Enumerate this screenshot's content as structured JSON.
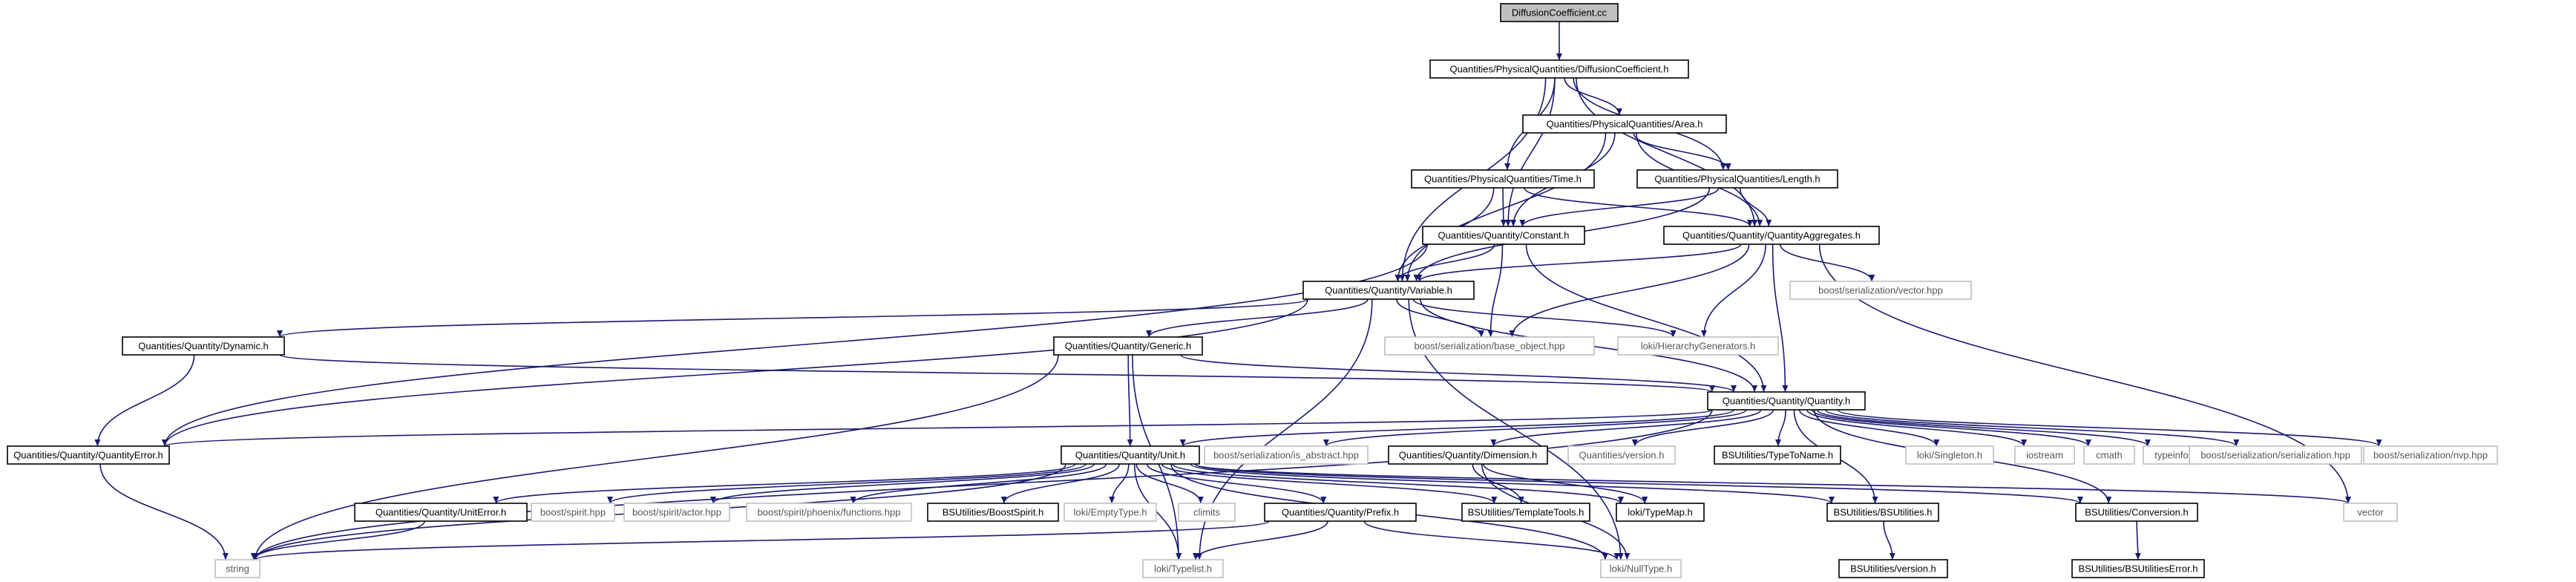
{
  "graph": {
    "nodes": [
      {
        "id": "diffusion_cc",
        "label": "DiffusionCoefficient.cc",
        "style": "root"
      },
      {
        "id": "diffusion_h",
        "label": "Quantities/PhysicalQuantities/DiffusionCoefficient.h",
        "style": "normal"
      },
      {
        "id": "area_h",
        "label": "Quantities/PhysicalQuantities/Area.h",
        "style": "normal"
      },
      {
        "id": "time_h",
        "label": "Quantities/PhysicalQuantities/Time.h",
        "style": "normal"
      },
      {
        "id": "length_h",
        "label": "Quantities/PhysicalQuantities/Length.h",
        "style": "normal"
      },
      {
        "id": "constant_h",
        "label": "Quantities/Quantity/Constant.h",
        "style": "normal"
      },
      {
        "id": "aggregates_h",
        "label": "Quantities/Quantity/QuantityAggregates.h",
        "style": "normal"
      },
      {
        "id": "ser_vector",
        "label": "boost/serialization/vector.hpp",
        "style": "grey"
      },
      {
        "id": "variable_h",
        "label": "Quantities/Quantity/Variable.h",
        "style": "normal"
      },
      {
        "id": "ser_base_object",
        "label": "boost/serialization/base_object.hpp",
        "style": "grey"
      },
      {
        "id": "loki_hier",
        "label": "loki/HierarchyGenerators.h",
        "style": "grey"
      },
      {
        "id": "dynamic_h",
        "label": "Quantities/Quantity/Dynamic.h",
        "style": "normal"
      },
      {
        "id": "generic_h",
        "label": "Quantities/Quantity/Generic.h",
        "style": "normal"
      },
      {
        "id": "quantity_h",
        "label": "Quantities/Quantity/Quantity.h",
        "style": "normal"
      },
      {
        "id": "quantityerror_h",
        "label": "Quantities/Quantity/QuantityError.h",
        "style": "normal"
      },
      {
        "id": "unit_h",
        "label": "Quantities/Quantity/Unit.h",
        "style": "normal"
      },
      {
        "id": "ser_is_abstract",
        "label": "boost/serialization/is_abstract.hpp",
        "style": "grey"
      },
      {
        "id": "dimension_h",
        "label": "Quantities/Quantity/Dimension.h",
        "style": "normal"
      },
      {
        "id": "qversion_h",
        "label": "Quantities/version.h",
        "style": "grey"
      },
      {
        "id": "typetoname_h",
        "label": "BSUtilities/TypeToName.h",
        "style": "normal"
      },
      {
        "id": "loki_singleton",
        "label": "loki/Singleton.h",
        "style": "grey"
      },
      {
        "id": "iostream",
        "label": "iostream",
        "style": "grey"
      },
      {
        "id": "cmath",
        "label": "cmath",
        "style": "grey"
      },
      {
        "id": "typeinfo",
        "label": "typeinfo",
        "style": "grey"
      },
      {
        "id": "ser_serialization",
        "label": "boost/serialization/serialization.hpp",
        "style": "grey"
      },
      {
        "id": "ser_nvp",
        "label": "boost/serialization/nvp.hpp",
        "style": "grey"
      },
      {
        "id": "uniterror_h",
        "label": "Quantities/Quantity/UnitError.h",
        "style": "normal"
      },
      {
        "id": "spirit",
        "label": "boost/spirit.hpp",
        "style": "grey"
      },
      {
        "id": "spirit_actor",
        "label": "boost/spirit/actor.hpp",
        "style": "grey"
      },
      {
        "id": "spirit_phoenix",
        "label": "boost/spirit/phoenix/functions.hpp",
        "style": "grey"
      },
      {
        "id": "boostspirit_h",
        "label": "BSUtilities/BoostSpirit.h",
        "style": "normal"
      },
      {
        "id": "loki_emptytype",
        "label": "loki/EmptyType.h",
        "style": "grey"
      },
      {
        "id": "climits",
        "label": "climits",
        "style": "grey"
      },
      {
        "id": "prefix_h",
        "label": "Quantities/Quantity/Prefix.h",
        "style": "normal"
      },
      {
        "id": "templatetools_h",
        "label": "BSUtilities/TemplateTools.h",
        "style": "normal"
      },
      {
        "id": "loki_typemap",
        "label": "loki/TypeMap.h",
        "style": "normal"
      },
      {
        "id": "bsutilities_h",
        "label": "BSUtilities/BSUtilities.h",
        "style": "normal"
      },
      {
        "id": "conversion_h",
        "label": "BSUtilities/Conversion.h",
        "style": "normal"
      },
      {
        "id": "vector",
        "label": "vector",
        "style": "grey"
      },
      {
        "id": "string",
        "label": "string",
        "style": "grey"
      },
      {
        "id": "loki_typelist",
        "label": "loki/Typelist.h",
        "style": "grey"
      },
      {
        "id": "loki_nulltype",
        "label": "loki/NullType.h",
        "style": "grey"
      },
      {
        "id": "bsversion_h",
        "label": "BSUtilities/version.h",
        "style": "normal"
      },
      {
        "id": "bserror_h",
        "label": "BSUtilities/BSUtilitiesError.h",
        "style": "normal"
      }
    ],
    "edges": [
      [
        "diffusion_cc",
        "diffusion_h"
      ],
      [
        "diffusion_h",
        "area_h"
      ],
      [
        "diffusion_h",
        "time_h"
      ],
      [
        "diffusion_h",
        "length_h"
      ],
      [
        "diffusion_h",
        "constant_h"
      ],
      [
        "diffusion_h",
        "aggregates_h"
      ],
      [
        "diffusion_h",
        "variable_h"
      ],
      [
        "area_h",
        "length_h"
      ],
      [
        "area_h",
        "constant_h"
      ],
      [
        "area_h",
        "aggregates_h"
      ],
      [
        "area_h",
        "variable_h"
      ],
      [
        "time_h",
        "constant_h"
      ],
      [
        "time_h",
        "aggregates_h"
      ],
      [
        "time_h",
        "variable_h"
      ],
      [
        "length_h",
        "constant_h"
      ],
      [
        "length_h",
        "aggregates_h"
      ],
      [
        "length_h",
        "variable_h"
      ],
      [
        "constant_h",
        "variable_h"
      ],
      [
        "constant_h",
        "quantity_h"
      ],
      [
        "constant_h",
        "quantityerror_h"
      ],
      [
        "constant_h",
        "ser_base_object"
      ],
      [
        "aggregates_h",
        "variable_h"
      ],
      [
        "aggregates_h",
        "ser_vector"
      ],
      [
        "aggregates_h",
        "ser_base_object"
      ],
      [
        "aggregates_h",
        "loki_hier"
      ],
      [
        "aggregates_h",
        "quantity_h"
      ],
      [
        "aggregates_h",
        "vector"
      ],
      [
        "variable_h",
        "dynamic_h"
      ],
      [
        "variable_h",
        "generic_h"
      ],
      [
        "variable_h",
        "quantity_h"
      ],
      [
        "variable_h",
        "ser_base_object"
      ],
      [
        "variable_h",
        "loki_hier"
      ],
      [
        "variable_h",
        "quantityerror_h"
      ],
      [
        "variable_h",
        "loki_typelist"
      ],
      [
        "variable_h",
        "loki_nulltype"
      ],
      [
        "dynamic_h",
        "quantity_h"
      ],
      [
        "dynamic_h",
        "quantityerror_h"
      ],
      [
        "generic_h",
        "quantity_h"
      ],
      [
        "generic_h",
        "unit_h"
      ],
      [
        "generic_h",
        "string"
      ],
      [
        "generic_h",
        "loki_typelist"
      ],
      [
        "quantity_h",
        "quantityerror_h"
      ],
      [
        "quantity_h",
        "unit_h"
      ],
      [
        "quantity_h",
        "ser_is_abstract"
      ],
      [
        "quantity_h",
        "dimension_h"
      ],
      [
        "quantity_h",
        "qversion_h"
      ],
      [
        "quantity_h",
        "typetoname_h"
      ],
      [
        "quantity_h",
        "bsutilities_h"
      ],
      [
        "quantity_h",
        "conversion_h"
      ],
      [
        "quantity_h",
        "loki_singleton"
      ],
      [
        "quantity_h",
        "iostream"
      ],
      [
        "quantity_h",
        "cmath"
      ],
      [
        "quantity_h",
        "typeinfo"
      ],
      [
        "quantity_h",
        "ser_serialization"
      ],
      [
        "quantity_h",
        "ser_nvp"
      ],
      [
        "quantity_h",
        "string"
      ],
      [
        "quantityerror_h",
        "string"
      ],
      [
        "unit_h",
        "uniterror_h"
      ],
      [
        "unit_h",
        "spirit"
      ],
      [
        "unit_h",
        "spirit_actor"
      ],
      [
        "unit_h",
        "spirit_phoenix"
      ],
      [
        "unit_h",
        "boostspirit_h"
      ],
      [
        "unit_h",
        "loki_emptytype"
      ],
      [
        "unit_h",
        "climits"
      ],
      [
        "unit_h",
        "prefix_h"
      ],
      [
        "unit_h",
        "templatetools_h"
      ],
      [
        "unit_h",
        "loki_typemap"
      ],
      [
        "unit_h",
        "bsutilities_h"
      ],
      [
        "unit_h",
        "conversion_h"
      ],
      [
        "unit_h",
        "vector"
      ],
      [
        "unit_h",
        "string"
      ],
      [
        "unit_h",
        "loki_typelist"
      ],
      [
        "unit_h",
        "loki_nulltype"
      ],
      [
        "uniterror_h",
        "string"
      ],
      [
        "prefix_h",
        "string"
      ],
      [
        "prefix_h",
        "loki_typelist"
      ],
      [
        "prefix_h",
        "loki_nulltype"
      ],
      [
        "dimension_h",
        "templatetools_h"
      ],
      [
        "dimension_h",
        "loki_typemap"
      ],
      [
        "dimension_h",
        "loki_nulltype"
      ],
      [
        "bsutilities_h",
        "bsversion_h"
      ],
      [
        "conversion_h",
        "bserror_h"
      ]
    ]
  }
}
